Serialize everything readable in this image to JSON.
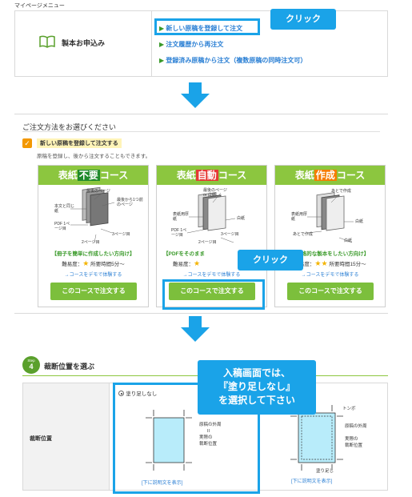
{
  "section1": {
    "menu_title": "マイページメニュー",
    "product_label": "製本お申込み",
    "links": [
      "新しい原稿を登録して注文",
      "注文履歴から再注文",
      "登録済み原稿から注文（複数原稿の同時注文可）"
    ],
    "callout": "クリック"
  },
  "section2": {
    "heading": "ご注文方法をお選びください",
    "option_label": "新しい原稿を登録して注文する",
    "description": "原稿を登録し、後から注文することもできます。",
    "cards": [
      {
        "head_prefix": "表紙",
        "head_key": "不要",
        "head_suffix": "コース",
        "key_color": "#1f8a2c",
        "diagram_labels": [
          "最後のページ",
          "本文と同じ紙",
          "最後から1つ前のページ",
          "PDF 1ページ目",
          "3ページ目",
          "2ページ目"
        ],
        "feature": "【冊子を簡単に作成したい方向け】",
        "difficulty_label": "難易度：",
        "stars": "★",
        "time": "所要時間5分～",
        "demo": "→コースをデモで体験する",
        "button": "このコースで注文する"
      },
      {
        "head_prefix": "表紙",
        "head_key": "自動",
        "head_suffix": "コース",
        "key_color": "#e53935",
        "diagram_labels": [
          "最後のページ or 白紙",
          "表紙用厚紙",
          "白紙",
          "PDF 1ページ目",
          "3ページ目",
          "2ページ目"
        ],
        "feature": "【PDFをそのまま",
        "difficulty_label": "難易度：",
        "stars": "★",
        "time": "",
        "demo": "→コースをデモで体験する",
        "button": "このコースで注文する"
      },
      {
        "head_prefix": "表紙",
        "head_key": "作成",
        "head_suffix": "コース",
        "key_color": "#f57c00",
        "diagram_labels": [
          "あとで作成",
          "表紙用厚紙",
          "白紙",
          "あとで作成",
          "白紙"
        ],
        "feature": "【本格的な製本をしたい方向け】",
        "difficulty_label": "難易度：",
        "stars": "★★",
        "time": "所要時間15分～",
        "demo": "→コースをデモで体験する",
        "button": "このコースで注文する"
      }
    ],
    "callout": "クリック"
  },
  "section3": {
    "step_word": "Step",
    "step_number": "4",
    "heading": "裁断位置を選ぶ",
    "row_label": "裁断位置",
    "option_label": "塗り足しなし",
    "left_labels": [
      "原稿の外周",
      "II",
      "実際の",
      "裁断位置"
    ],
    "right_labels": [
      "トンボ",
      "原稿の外周",
      "実際の",
      "裁断位置",
      "塗り足し"
    ],
    "detail_link": "[下に説明文を表示]",
    "callout_lines": [
      "入稿画面では、",
      "『塗り足しなし』",
      "を選択して下さい"
    ]
  },
  "colors": {
    "accent_blue": "#1aa3e8",
    "green": "#8cc63f",
    "link_green": "#3a9a2a",
    "orange": "#f39800"
  }
}
